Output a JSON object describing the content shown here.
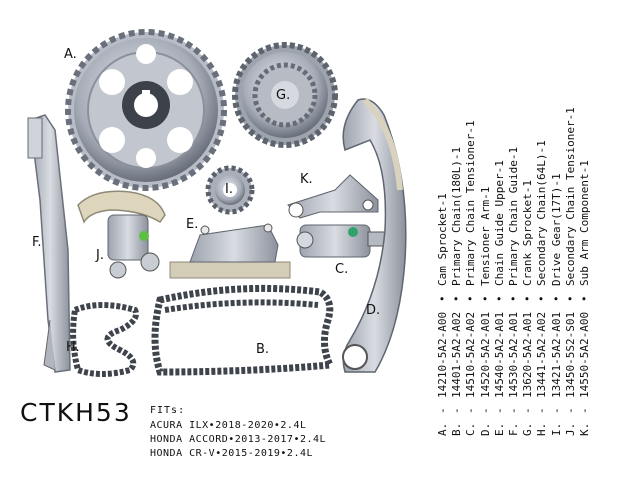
{
  "kit_code": "CTKH53",
  "fits": {
    "title": "FITs:",
    "lines": [
      "ACURA ILX•2018-2020•2.4L",
      "HONDA ACCORD•2013-2017•2.4L",
      "HONDA CR-V•2015-2019•2.4L"
    ]
  },
  "parts": [
    {
      "letter": "A.",
      "part_no": "14210-5A2-A00",
      "name": "Cam Sprocket-1"
    },
    {
      "letter": "B.",
      "part_no": "14401-5A2-A02",
      "name": "Primary Chain(180L)-1"
    },
    {
      "letter": "C.",
      "part_no": "14510-5A2-A02",
      "name": "Primary Chain Tensioner-1"
    },
    {
      "letter": "D.",
      "part_no": "14520-5A2-A01",
      "name": "Tensioner Arm-1"
    },
    {
      "letter": "E.",
      "part_no": "14540-5A2-A01",
      "name": "Chain Guide Upper-1"
    },
    {
      "letter": "F.",
      "part_no": "14530-5A2-A01",
      "name": "Primary Chain Guide-1"
    },
    {
      "letter": "G.",
      "part_no": "13620-5A2-A01",
      "name": "Crank Sprocket-1"
    },
    {
      "letter": "H.",
      "part_no": "13441-5A2-A02",
      "name": "Secondary Chain(64L)-1"
    },
    {
      "letter": "I.",
      "part_no": "13421-5A2-A01",
      "name": "Drive Gear(17T)-1"
    },
    {
      "letter": "J.",
      "part_no": "13450-5S2-S01",
      "name": "Secondary Chain Tensioner-1"
    },
    {
      "letter": "K.",
      "part_no": "14550-5A2-A00",
      "name": "Sub Arm Component-1"
    }
  ],
  "illustration_labels": {
    "a": "A.",
    "b": "B.",
    "c": "C.",
    "d": "D.",
    "e": "E.",
    "f": "F.",
    "g": "G.",
    "h": "H.",
    "i": "I.",
    "j": "J.",
    "k": "K."
  },
  "colors": {
    "metal_light": "#c9cdd6",
    "metal_mid": "#9aa0ac",
    "metal_dark": "#555b66",
    "guide_beige": "#d8d2bf",
    "tensioner_green": "#4caf50"
  }
}
